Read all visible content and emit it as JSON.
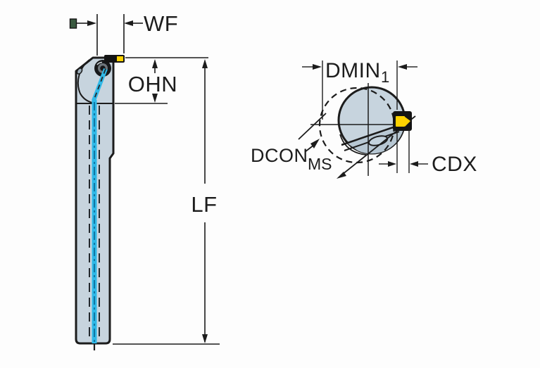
{
  "diagram": {
    "kind": "tool-dimension-drawing",
    "left_view": {
      "wf_label": "WF",
      "ohn_label": "OHN",
      "lf_label": "LF"
    },
    "right_view": {
      "dmin_label": "DMIN",
      "dmin_subscript": "1",
      "dcon_label": "DCON",
      "dcon_subscript": "MS",
      "cdx_label": "CDX"
    },
    "colors": {
      "outline": "#1c1c1c",
      "body_fill": "#c7d4de",
      "seat_shadow_fill": "#b7c7d3",
      "coolant_cyan": "#2fb9e8",
      "coolant_core": "#0d6f9b",
      "insert_yellow": "#ffd200",
      "insert_frame": "#141414",
      "marker_green": "#3a5a40",
      "background": "#fdfdfd"
    }
  }
}
